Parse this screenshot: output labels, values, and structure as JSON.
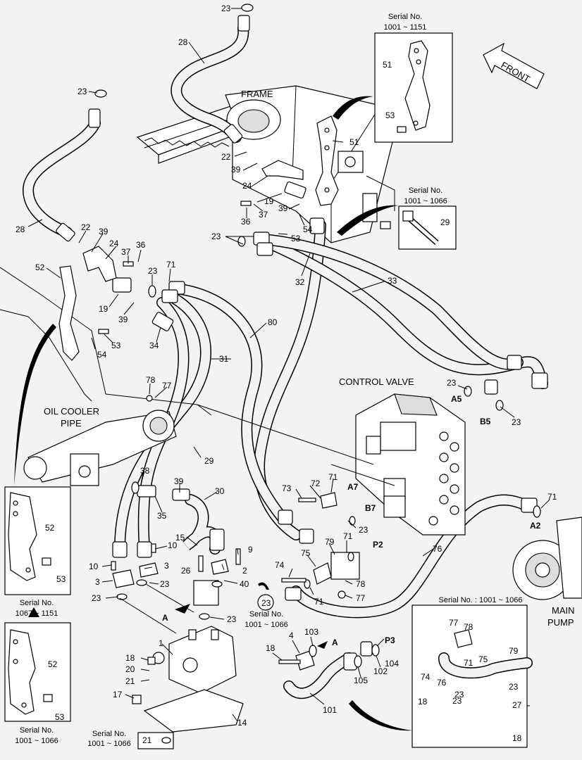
{
  "texts": {
    "frame": "FRAME",
    "front": "FRONT",
    "control_valve": "CONTROL VALVE",
    "oil_cooler_1": "OIL COOLER",
    "oil_cooler_2": "PIPE",
    "main_pump_1": "MAIN",
    "main_pump_2": "PUMP",
    "A5": "A5",
    "B5": "B5",
    "A7": "A7",
    "B7": "B7",
    "P2": "P2",
    "A2": "A2",
    "P3": "P3",
    "A_left": "A",
    "A_mid": "A"
  },
  "serials": {
    "s1151_a": "Serial No.",
    "s1151_b": "1001 ~ 1151",
    "s1066_a": "Serial No.",
    "s1066_b": "1001 ~ 1066",
    "s1067_a": "Serial No.",
    "s1067_b": "1067 ~ 1151",
    "s1066l_a": "Serial No.",
    "s1066l_b": "1001 ~ 1066",
    "s23_a": "Serial No.",
    "s23_b": "1001 ~ 1066",
    "s21_a": "Serial No.",
    "s21_b": "1001 ~ 1066",
    "sbr": "Serial No. : 1001 ~ 1066"
  },
  "callouts": [
    {
      "id": "c23a",
      "text": "23"
    },
    {
      "id": "c28a",
      "text": "28"
    },
    {
      "id": "c23b",
      "text": "23"
    },
    {
      "id": "c28b",
      "text": "28"
    },
    {
      "id": "c22a",
      "text": "22"
    },
    {
      "id": "c39a",
      "text": "39"
    },
    {
      "id": "c24a",
      "text": "24"
    },
    {
      "id": "c37a",
      "text": "37"
    },
    {
      "id": "c36a",
      "text": "36"
    },
    {
      "id": "c52a",
      "text": "52"
    },
    {
      "id": "c19a",
      "text": "19"
    },
    {
      "id": "c39b",
      "text": "39"
    },
    {
      "id": "c54a",
      "text": "54"
    },
    {
      "id": "c53a",
      "text": "53"
    },
    {
      "id": "c34",
      "text": "34"
    },
    {
      "id": "c23c",
      "text": "23"
    },
    {
      "id": "c71a",
      "text": "71"
    },
    {
      "id": "c22b",
      "text": "22"
    },
    {
      "id": "c39c",
      "text": "39"
    },
    {
      "id": "c24b",
      "text": "24"
    },
    {
      "id": "c19b",
      "text": "19"
    },
    {
      "id": "c37b",
      "text": "37"
    },
    {
      "id": "c36b",
      "text": "36"
    },
    {
      "id": "c39d",
      "text": "39"
    },
    {
      "id": "c54b",
      "text": "54"
    },
    {
      "id": "c23d",
      "text": "23"
    },
    {
      "id": "c53b",
      "text": "53"
    },
    {
      "id": "c51b",
      "text": "51"
    },
    {
      "id": "c32",
      "text": "32"
    },
    {
      "id": "c33",
      "text": "33"
    },
    {
      "id": "c80",
      "text": "80"
    },
    {
      "id": "c31",
      "text": "31"
    },
    {
      "id": "c51a",
      "text": "51"
    },
    {
      "id": "c53c",
      "text": "53"
    },
    {
      "id": "c29a",
      "text": "29"
    },
    {
      "id": "c78a",
      "text": "78"
    },
    {
      "id": "c77a",
      "text": "77"
    },
    {
      "id": "c29b",
      "text": "29"
    },
    {
      "id": "c38",
      "text": "38"
    },
    {
      "id": "c35",
      "text": "35"
    },
    {
      "id": "c39e",
      "text": "39"
    },
    {
      "id": "c30",
      "text": "30"
    },
    {
      "id": "c15",
      "text": "15"
    },
    {
      "id": "c10a",
      "text": "10"
    },
    {
      "id": "c10b",
      "text": "10"
    },
    {
      "id": "c9",
      "text": "9"
    },
    {
      "id": "c3a",
      "text": "3"
    },
    {
      "id": "c3b",
      "text": "3"
    },
    {
      "id": "c26",
      "text": "26"
    },
    {
      "id": "c2",
      "text": "2"
    },
    {
      "id": "c40",
      "text": "40"
    },
    {
      "id": "c23e",
      "text": "23"
    },
    {
      "id": "c23f",
      "text": "23"
    },
    {
      "id": "c23g",
      "text": "23"
    },
    {
      "id": "c1",
      "text": "1"
    },
    {
      "id": "c18a",
      "text": "18"
    },
    {
      "id": "c20",
      "text": "20"
    },
    {
      "id": "c21a",
      "text": "21"
    },
    {
      "id": "c17",
      "text": "17"
    },
    {
      "id": "c14",
      "text": "14"
    },
    {
      "id": "c21b",
      "text": "21"
    },
    {
      "id": "c52b",
      "text": "52"
    },
    {
      "id": "c53d",
      "text": "53"
    },
    {
      "id": "c52c",
      "text": "52"
    },
    {
      "id": "c53e",
      "text": "53"
    },
    {
      "id": "c23h",
      "text": "23"
    },
    {
      "id": "c73",
      "text": "73"
    },
    {
      "id": "c72",
      "text": "72"
    },
    {
      "id": "c71b",
      "text": "71"
    },
    {
      "id": "c23i",
      "text": "23"
    },
    {
      "id": "c74a",
      "text": "74"
    },
    {
      "id": "c75a",
      "text": "75"
    },
    {
      "id": "c79a",
      "text": "79"
    },
    {
      "id": "c71c",
      "text": "71"
    },
    {
      "id": "c78b",
      "text": "78"
    },
    {
      "id": "c77b",
      "text": "77"
    },
    {
      "id": "c71d",
      "text": "71"
    },
    {
      "id": "c76a",
      "text": "76"
    },
    {
      "id": "c71e",
      "text": "71"
    },
    {
      "id": "c23j",
      "text": "23"
    },
    {
      "id": "c23k",
      "text": "23"
    },
    {
      "id": "c4",
      "text": "4"
    },
    {
      "id": "c103",
      "text": "103"
    },
    {
      "id": "c18b",
      "text": "18"
    },
    {
      "id": "c105",
      "text": "105"
    },
    {
      "id": "c102",
      "text": "102"
    },
    {
      "id": "c104",
      "text": "104"
    },
    {
      "id": "c101",
      "text": "101"
    },
    {
      "id": "c23circ",
      "text": "23"
    },
    {
      "id": "c77c",
      "text": "77"
    },
    {
      "id": "c78c",
      "text": "78"
    },
    {
      "id": "c79b",
      "text": "79"
    },
    {
      "id": "c71f",
      "text": "71"
    },
    {
      "id": "c75b",
      "text": "75"
    },
    {
      "id": "c74b",
      "text": "74"
    },
    {
      "id": "c76b",
      "text": "76"
    },
    {
      "id": "c23l",
      "text": "23"
    },
    {
      "id": "c18c",
      "text": "18"
    },
    {
      "id": "c23m",
      "text": "23"
    },
    {
      "id": "c27",
      "text": "27"
    },
    {
      "id": "c18d",
      "text": "18"
    }
  ]
}
